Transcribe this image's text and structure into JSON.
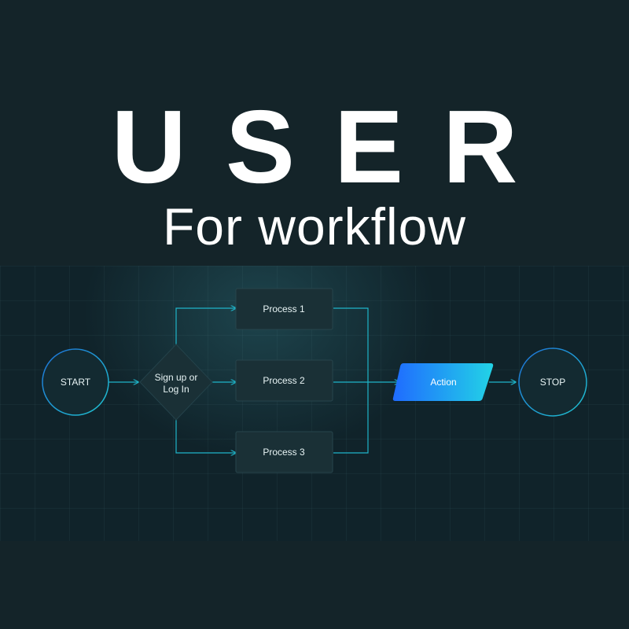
{
  "header": {
    "title": "USER",
    "subtitle": "For workflow"
  },
  "flow": {
    "start": "START",
    "decision_line1": "Sign up or",
    "decision_line2": "Log In",
    "process1": "Process 1",
    "process2": "Process 2",
    "process3": "Process 3",
    "action": "Action",
    "stop": "STOP"
  },
  "colors": {
    "background": "#142429",
    "connector": "#1fb5c9",
    "action_gradient_start": "#1f6bff",
    "action_gradient_end": "#22d3e6",
    "node_fill": "#1a2f35"
  }
}
